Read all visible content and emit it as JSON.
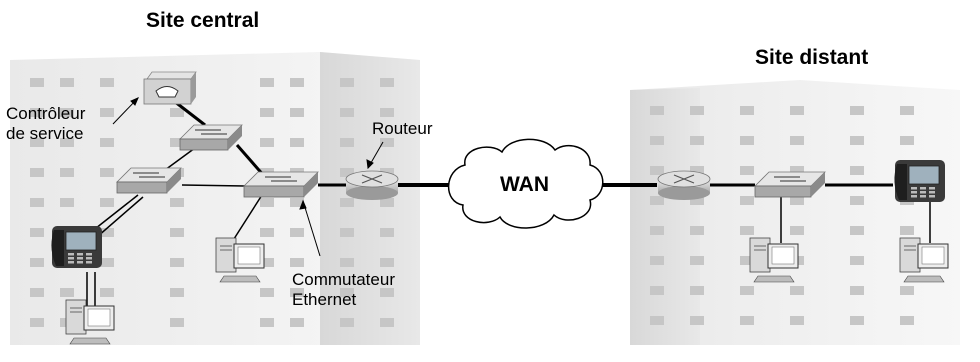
{
  "sites": {
    "central": {
      "title": "Site central"
    },
    "remote": {
      "title": "Site distant"
    }
  },
  "labels": {
    "service_controller_line1": "Contrôleur",
    "service_controller_line2": "de service",
    "router": "Routeur",
    "ethernet_switch_line1": "Commutateur",
    "ethernet_switch_line2": "Ethernet",
    "wan": "WAN"
  },
  "colors": {
    "building_light": "#f2f2f2",
    "building_side": "#dcdcdc",
    "window": "#c6c6c6",
    "device_top": "#e6e6e6",
    "device_side": "#a8a8a8",
    "link": "#000000"
  }
}
